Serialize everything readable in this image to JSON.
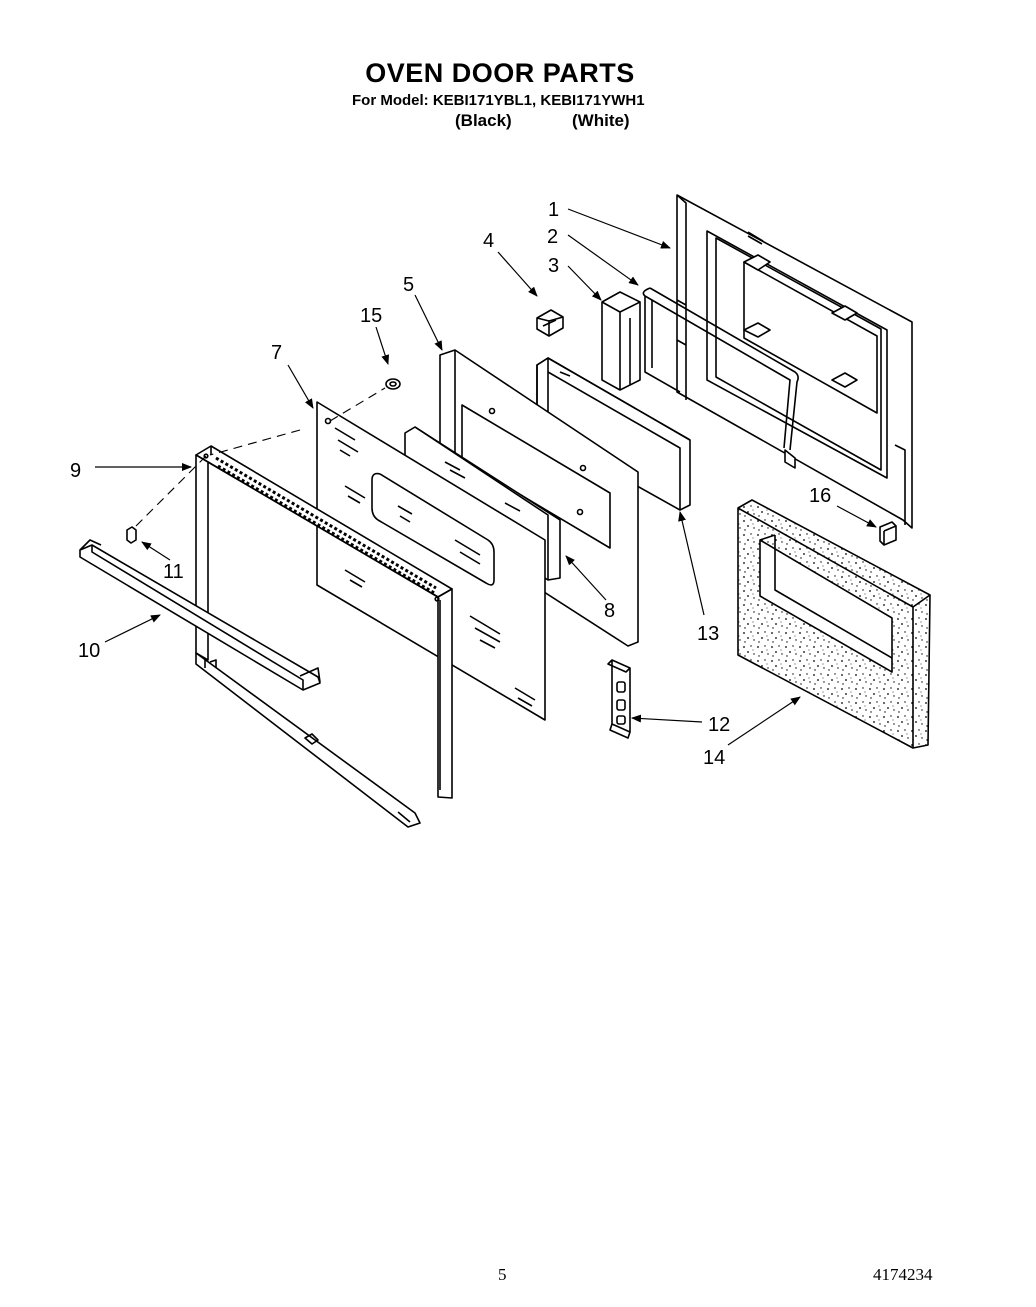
{
  "title": "OVEN DOOR PARTS",
  "model_line": "For Model: KEBI171YBL1, KEBI171YWH1",
  "colors": {
    "black": "(Black)",
    "white": "(White)"
  },
  "callouts": {
    "c1": "1",
    "c2": "2",
    "c3": "3",
    "c4": "4",
    "c5": "5",
    "c7": "7",
    "c8": "8",
    "c9": "9",
    "c10": "10",
    "c11": "11",
    "c12": "12",
    "c13": "13",
    "c14": "14",
    "c15": "15",
    "c16": "16"
  },
  "page_number": "5",
  "doc_number": "4174234"
}
